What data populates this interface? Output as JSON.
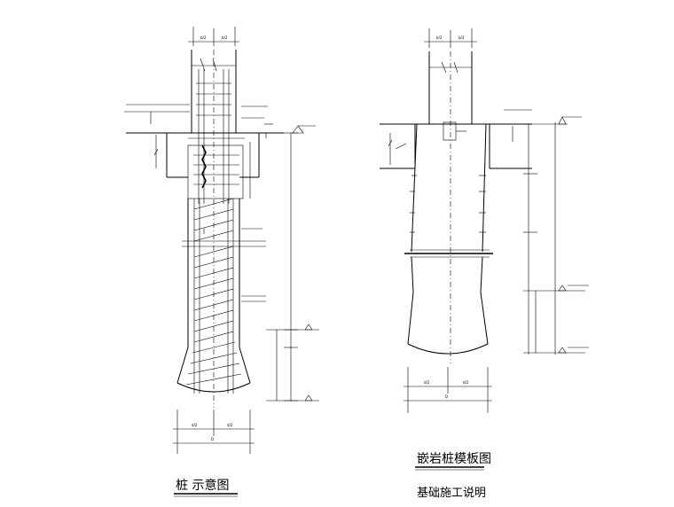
{
  "drawing": {
    "left_title": "桩 示意图",
    "right_title": "嵌岩桩模板图",
    "subtitle": "基础施工说明"
  },
  "left_pile": {
    "top_dims": [
      "b/2",
      "b/2"
    ],
    "bottom_dims": [
      "d/2",
      "d/2"
    ],
    "bottom_total": "D"
  },
  "right_pile": {
    "top_dims": [
      "b/2",
      "b/2"
    ],
    "bottom_dims": [
      "d/2",
      "d/2"
    ],
    "bottom_total": "D"
  }
}
